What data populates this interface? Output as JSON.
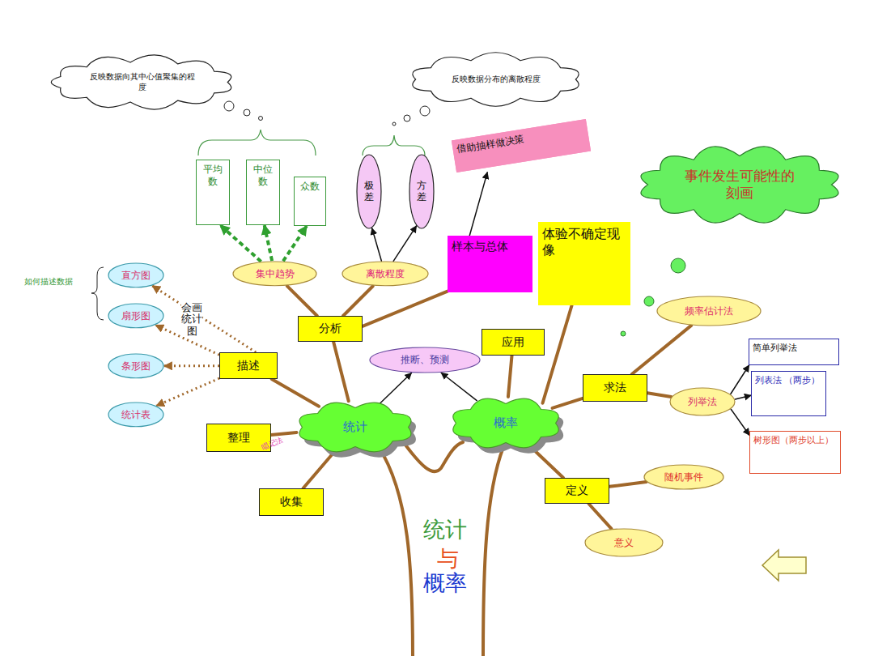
{
  "diagram": {
    "nodes": [
      {
        "text": [
          "反映数据向其中心值聚集的程度"
        ]
      },
      {
        "text": [
          "反映数据分布的离散程度"
        ]
      },
      {
        "text": [
          "借助抽样做决策"
        ]
      },
      {
        "text": [
          "事件发生可能性的刻画"
        ]
      },
      {
        "text": [
          "平均数"
        ]
      },
      {
        "text": [
          "中位数"
        ]
      },
      {
        "text": [
          "众数"
        ]
      },
      {
        "text": [
          "极差"
        ]
      },
      {
        "text": [
          "方差"
        ]
      },
      {
        "text": [
          "体验不确定现像"
        ]
      },
      {
        "text": [
          "样本与总体"
        ]
      },
      {
        "text": [
          "直方图"
        ]
      },
      {
        "text": [
          "集中趋势"
        ]
      },
      {
        "text": [
          "离散程度"
        ]
      },
      {
        "text": [
          "扇形图"
        ]
      },
      {
        "text": [
          "频率估计法"
        ]
      },
      {
        "text": [
          "分析"
        ]
      },
      {
        "text": [
          "应用"
        ]
      },
      {
        "text": [
          "简单列举法"
        ]
      },
      {
        "text": [
          "推断、预测"
        ]
      },
      {
        "text": [
          "描述"
        ]
      },
      {
        "text": [
          "条形图"
        ]
      },
      {
        "text": [
          "求法"
        ]
      },
      {
        "text": [
          "列举法"
        ]
      },
      {
        "text": [
          "列表法 （两步）"
        ]
      },
      {
        "text": [
          "统计表"
        ]
      },
      {
        "text": [
          "统计"
        ]
      },
      {
        "text": [
          "概率"
        ]
      },
      {
        "text": [
          "整理"
        ]
      },
      {
        "text": [
          "树形图（两步以上）"
        ]
      },
      {
        "text": [
          "定义"
        ]
      },
      {
        "text": [
          "收集"
        ]
      },
      {
        "text": [
          "随机事件"
        ]
      },
      {
        "text": [
          "意义"
        ]
      }
    ],
    "edges": [
      {
        "from": 12,
        "to": 4,
        "arrow": "to"
      },
      {
        "from": 12,
        "to": 5,
        "arrow": "to"
      },
      {
        "from": 12,
        "to": 6,
        "arrow": "to"
      },
      {
        "from": 13,
        "to": 7,
        "arrow": "to"
      },
      {
        "from": 13,
        "to": 8,
        "arrow": "to"
      },
      {
        "from": 10,
        "to": 2,
        "arrow": "to"
      },
      {
        "from": 20,
        "to": 11,
        "arrow": "to"
      },
      {
        "from": 20,
        "to": 14,
        "arrow": "to"
      },
      {
        "from": 20,
        "to": 21,
        "arrow": "to"
      },
      {
        "from": 20,
        "to": 25,
        "arrow": "to"
      },
      {
        "from": 16,
        "to": 12,
        "arrow": "none"
      },
      {
        "from": 16,
        "to": 13,
        "arrow": "none"
      },
      {
        "from": 16,
        "to": 10,
        "arrow": "none"
      },
      {
        "from": 26,
        "to": 16,
        "arrow": "none"
      },
      {
        "from": 26,
        "to": 20,
        "arrow": "none"
      },
      {
        "from": 26,
        "to": 28,
        "arrow": "none"
      },
      {
        "from": 26,
        "to": 31,
        "arrow": "none"
      },
      {
        "from": 26,
        "to": 19,
        "arrow": "to"
      },
      {
        "from": 27,
        "to": 19,
        "arrow": "to"
      },
      {
        "from": 27,
        "to": 17,
        "arrow": "none"
      },
      {
        "from": 27,
        "to": 9,
        "arrow": "none"
      },
      {
        "from": 27,
        "to": 22,
        "arrow": "none"
      },
      {
        "from": 27,
        "to": 30,
        "arrow": "none"
      },
      {
        "from": 22,
        "to": 15,
        "arrow": "none"
      },
      {
        "from": 22,
        "to": 23,
        "arrow": "none"
      },
      {
        "from": 23,
        "to": 18,
        "arrow": "to"
      },
      {
        "from": 23,
        "to": 24,
        "arrow": "to"
      },
      {
        "from": 23,
        "to": 29,
        "arrow": "to"
      },
      {
        "from": 30,
        "to": 32,
        "arrow": "none"
      },
      {
        "from": 30,
        "to": 33,
        "arrow": "none"
      }
    ],
    "labels": [
      "如何描述数据",
      "会画统计图",
      "唱记法",
      "统计",
      "与",
      "概率"
    ]
  }
}
